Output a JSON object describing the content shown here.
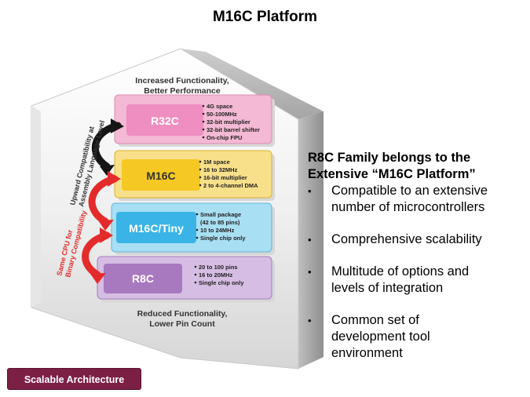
{
  "title": "M16C Platform",
  "diagram": {
    "top_label": [
      "Increased Functionality,",
      "Better Performance"
    ],
    "bottom_label": [
      "Reduced Functionality,",
      "Lower Pin Count"
    ],
    "left_label_upper": [
      "Upward Compatibility at",
      "Assembly Language Level"
    ],
    "left_label_lower": [
      "Same CPU for",
      "Binary Compatibility"
    ],
    "tiers": [
      {
        "name": "R32C",
        "color": "#f2a6c8",
        "specs": [
          "4G space",
          "50-100MHz",
          "32-bit multiplier",
          "32-bit barrel shifter",
          "On-chip FPU"
        ]
      },
      {
        "name": "M16C",
        "color": "#f5d23a",
        "specs": [
          "1M space",
          "16 to 32MHz",
          "16-bit multiplier",
          "2 to 4-channel DMA"
        ]
      },
      {
        "name": "M16C/Tiny",
        "color": "#52c0e8",
        "specs": [
          "Small package",
          "(42 to 85 pins)",
          "10 to 24MHz",
          "Single chip only"
        ]
      },
      {
        "name": "R8C",
        "color": "#b585c6",
        "specs": [
          "20 to 100 pins",
          "16 to 20MHz",
          "Single chip only"
        ]
      }
    ]
  },
  "right": {
    "heading": [
      "R8C Family belongs to the",
      "Extensive “M16C Platform”"
    ],
    "bullets": [
      [
        "Compatible to an extensive",
        "number of microcontrollers"
      ],
      [
        "Comprehensive scalability"
      ],
      [
        "Multitude of options and",
        "levels of integration"
      ],
      [
        "Common set of",
        "development tool",
        "environment"
      ]
    ]
  },
  "button": {
    "label": "Scalable Architecture"
  }
}
